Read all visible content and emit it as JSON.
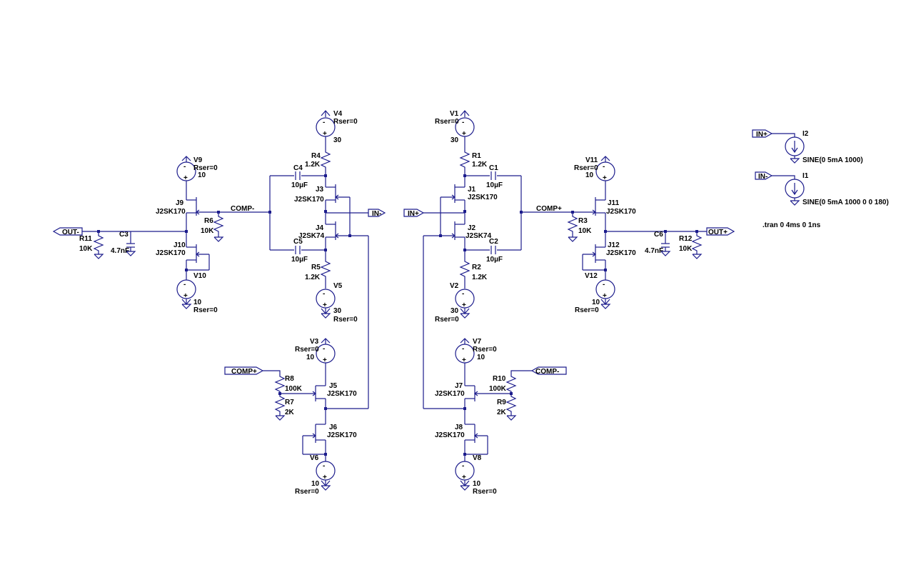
{
  "title": "",
  "net_labels": {
    "out_minus": "OUT-",
    "out_plus": "OUT+",
    "comp_minus": "COMP-",
    "comp_plus": "COMP+",
    "in_minus": "IN-",
    "in_plus": "IN+"
  },
  "components": {
    "V1": {
      "name": "V1",
      "rser": "Rser=0",
      "value": "30"
    },
    "V2": {
      "name": "V2",
      "rser": "Rser=0",
      "value": "30"
    },
    "V3": {
      "name": "V3",
      "rser": "Rser=0",
      "value": "10"
    },
    "V4": {
      "name": "V4",
      "rser": "Rser=0",
      "value": "30"
    },
    "V5": {
      "name": "V5",
      "rser": "Rser=0",
      "value": "30"
    },
    "V6": {
      "name": "V6",
      "rser": "Rser=0",
      "value": "10"
    },
    "V7": {
      "name": "V7",
      "rser": "Rser=0",
      "value": "10"
    },
    "V8": {
      "name": "V8",
      "rser": "Rser=0",
      "value": "10"
    },
    "V9": {
      "name": "V9",
      "rser": "Rser=0",
      "value": "10"
    },
    "V10": {
      "name": "V10",
      "rser": "Rser=0",
      "value": "10"
    },
    "V11": {
      "name": "V11",
      "rser": "Rser=0",
      "value": "10"
    },
    "V12": {
      "name": "V12",
      "rser": "Rser=0",
      "value": "10"
    },
    "R1": {
      "name": "R1",
      "value": "1.2K"
    },
    "R2": {
      "name": "R2",
      "value": "1.2K"
    },
    "R3": {
      "name": "R3",
      "value": "10K"
    },
    "R4": {
      "name": "R4",
      "value": "1.2K"
    },
    "R5": {
      "name": "R5",
      "value": "1.2K"
    },
    "R6": {
      "name": "R6",
      "value": "10K"
    },
    "R7": {
      "name": "R7",
      "value": "2K"
    },
    "R8": {
      "name": "R8",
      "value": "100K"
    },
    "R9": {
      "name": "R9",
      "value": "2K"
    },
    "R10": {
      "name": "R10",
      "value": "100K"
    },
    "R11": {
      "name": "R11",
      "value": "10K"
    },
    "R12": {
      "name": "R12",
      "value": "10K"
    },
    "C1": {
      "name": "C1",
      "value": "10µF"
    },
    "C2": {
      "name": "C2",
      "value": "10µF"
    },
    "C3": {
      "name": "C3",
      "value": "4.7nF"
    },
    "C4": {
      "name": "C4",
      "value": "10µF"
    },
    "C5": {
      "name": "C5",
      "value": "10µF"
    },
    "C6": {
      "name": "C6",
      "value": "4.7nF"
    },
    "J1": {
      "name": "J1",
      "model": "J2SK170"
    },
    "J2": {
      "name": "J2",
      "model": "J2SK74"
    },
    "J3": {
      "name": "J3",
      "model": "J2SK170"
    },
    "J4": {
      "name": "J4",
      "model": "J2SK74"
    },
    "J5": {
      "name": "J5",
      "model": "J2SK170"
    },
    "J6": {
      "name": "J6",
      "model": "J2SK170"
    },
    "J7": {
      "name": "J7",
      "model": "J2SK170"
    },
    "J8": {
      "name": "J8",
      "model": "J2SK170"
    },
    "J9": {
      "name": "J9",
      "model": "J2SK170"
    },
    "J10": {
      "name": "J10",
      "model": "J2SK170"
    },
    "J11": {
      "name": "J11",
      "model": "J2SK170"
    },
    "J12": {
      "name": "J12",
      "model": "J2SK170"
    },
    "I1": {
      "name": "I1",
      "value": "SINE(0 5mA 1000 0 0 180)"
    },
    "I2": {
      "name": "I2",
      "value": "SINE(0 5mA 1000)"
    }
  },
  "directive": ".tran 0 4ms 0 1ns"
}
